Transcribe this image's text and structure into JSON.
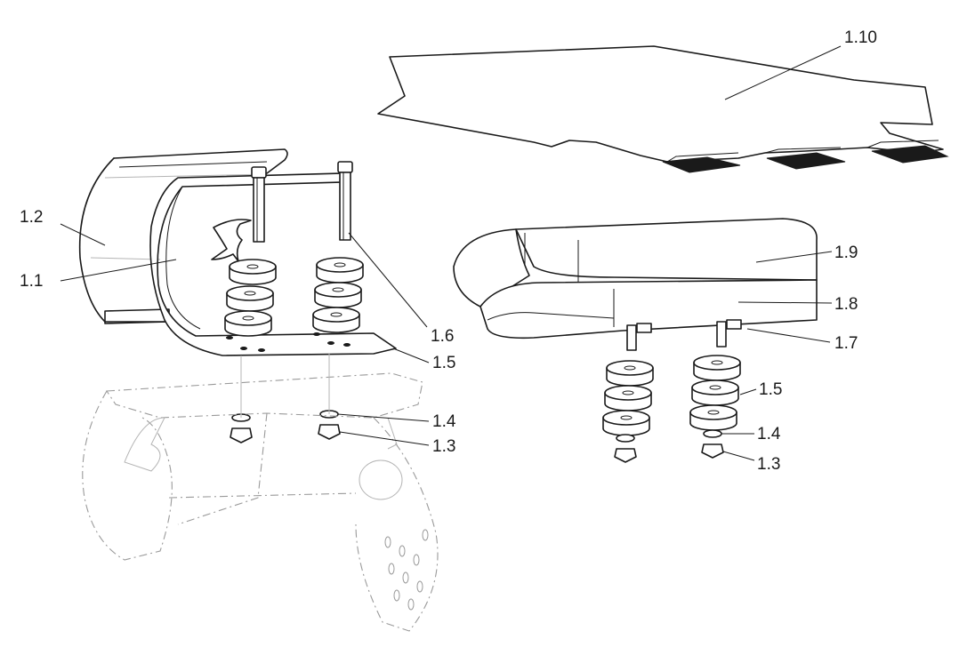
{
  "labels": {
    "l_1_10": "1.10",
    "l_1_2": "1.2",
    "l_1_1": "1.1",
    "l_1_9": "1.9",
    "l_1_8": "1.8",
    "l_1_7": "1.7",
    "l_1_6": "1.6",
    "l_1_5_left": "1.5",
    "l_1_4_left": "1.4",
    "l_1_3_left": "1.3",
    "l_1_5_right": "1.5",
    "l_1_4_right": "1.4",
    "l_1_3_right": "1.3"
  }
}
